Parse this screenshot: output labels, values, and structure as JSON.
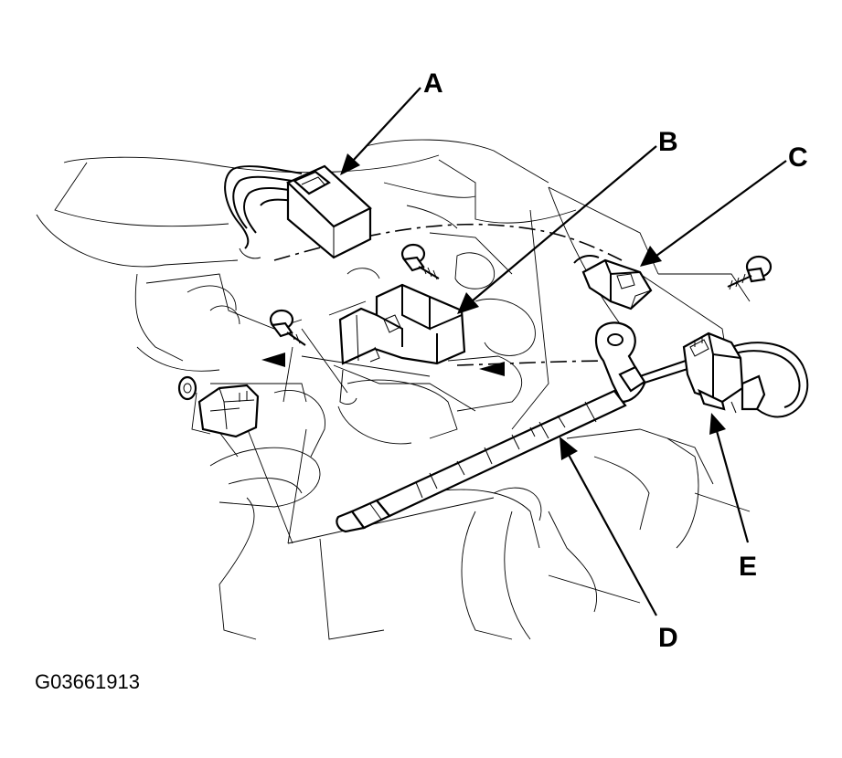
{
  "callouts": {
    "a": "A",
    "b": "B",
    "c": "C",
    "d": "D",
    "e": "E"
  },
  "figure_id": "G03661913"
}
